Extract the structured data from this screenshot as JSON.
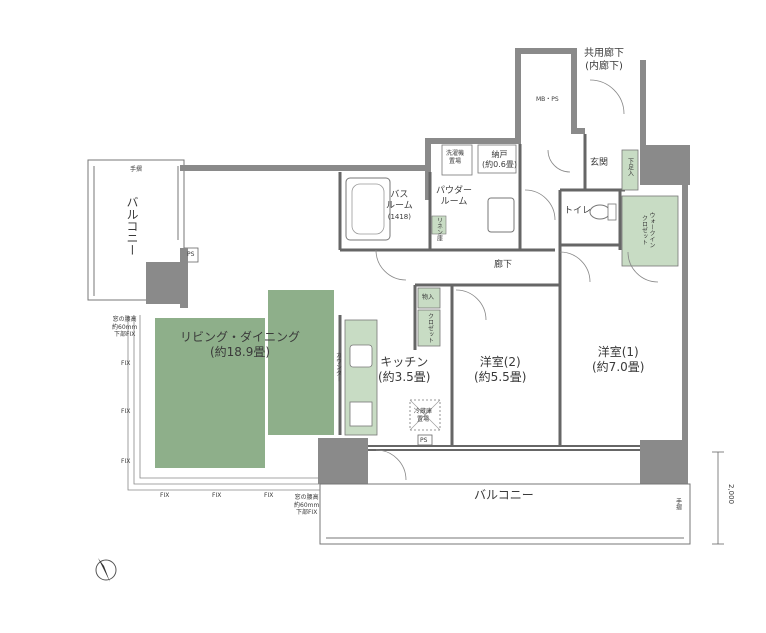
{
  "colors": {
    "wall": "#8a8a8a",
    "wall_edge": "#666666",
    "floor_green": "#8eaf8a",
    "fixture_green": "#c8dcc4",
    "line": "#777777",
    "text": "#3a3a3a"
  },
  "rooms": {
    "living_dining": {
      "name": "リビング・ダイニング",
      "size": "(約18.9畳)"
    },
    "kitchen": {
      "name": "キッチン",
      "size": "(約3.5畳)"
    },
    "western2": {
      "name": "洋室(2)",
      "size": "(約5.5畳)"
    },
    "western1": {
      "name": "洋室(1)",
      "size": "(約7.0畳)"
    },
    "balcony_south": "バルコニー",
    "balcony_west": "バルコニー",
    "hallway": "廊下",
    "entrance": "玄関",
    "toilet": "トイレ",
    "bathroom": {
      "name": "バス\nルーム",
      "size": "(1418)"
    },
    "powder": "パウダー\nルーム",
    "closet_small": {
      "name": "納戸",
      "size": "(約0.6畳)"
    },
    "common_corridor": {
      "name": "共用廊下",
      "sub": "(内廊下)"
    },
    "mbps": "MB・PS"
  },
  "fixtures": {
    "washer": "洗濯機\n置場",
    "linen": "リネン庫",
    "closet": "クロゼット",
    "storage": "物入",
    "walkin": "ウォークイン\nクロゼット",
    "shoebox": "下足入",
    "counter": "カウンター",
    "ps": "PS",
    "ps2": "PS",
    "reifuku": "冷蔵庫\n置場",
    "fix1": "FIX",
    "fix2": "FIX",
    "fix3": "FIX",
    "fix4": "FIX",
    "fix5": "FIX",
    "fix6": "FIX",
    "sill_note1": "窓の腰高\n約60mm\n下部FIX",
    "sill_note2": "窓の腰高\n約60mm\n下部FIX",
    "tesuri1": "手摺",
    "tesuri2": "手摺",
    "dim_balcony": "2,000"
  }
}
